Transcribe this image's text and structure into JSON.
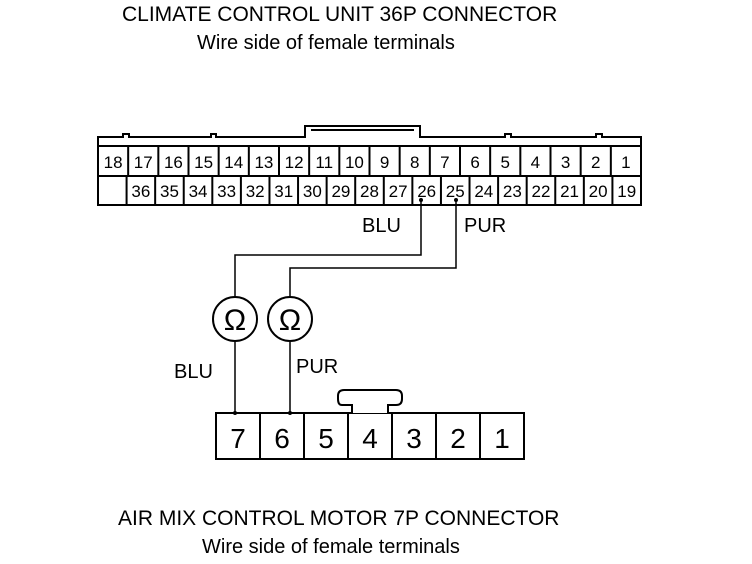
{
  "top_connector": {
    "title": "CLIMATE CONTROL UNIT 36P CONNECTOR",
    "subtitle": "Wire side of female terminals",
    "row_top": [
      "18",
      "17",
      "16",
      "15",
      "14",
      "13",
      "12",
      "11",
      "10",
      "9",
      "8",
      "7",
      "6",
      "5",
      "4",
      "3",
      "2",
      "1"
    ],
    "row_bottom": [
      "",
      "36",
      "35",
      "34",
      "33",
      "32",
      "31",
      "30",
      "29",
      "28",
      "27",
      "26",
      "25",
      "24",
      "23",
      "22",
      "21",
      "20",
      "19"
    ]
  },
  "wires": {
    "blu_top": "BLU",
    "pur_top": "PUR",
    "blu_bottom": "BLU",
    "pur_bottom": "PUR"
  },
  "meters": {
    "left_symbol": "Ω",
    "right_symbol": "Ω"
  },
  "bottom_connector": {
    "title": "AIR MIX CONTROL MOTOR 7P CONNECTOR",
    "subtitle": "Wire side of female terminals",
    "pins": [
      "7",
      "6",
      "5",
      "4",
      "3",
      "2",
      "1"
    ]
  }
}
